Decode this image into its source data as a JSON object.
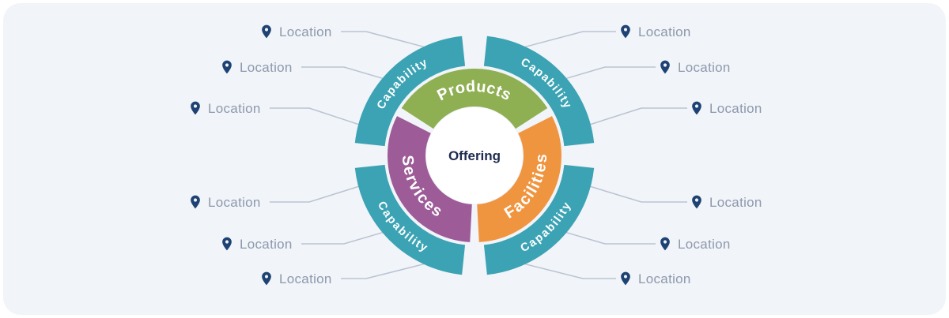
{
  "diagram": {
    "center": {
      "label": "Offering"
    },
    "capabilities": [
      "Capability",
      "Capability",
      "Capability",
      "Capability"
    ],
    "segments": [
      {
        "id": "products",
        "label": "Products",
        "color": "#8FAF53"
      },
      {
        "id": "facilities",
        "label": "Facilities",
        "color": "#F0953F"
      },
      {
        "id": "services",
        "label": "Services",
        "color": "#9D5B97"
      }
    ],
    "outer_ring_color": "#3BA3B4",
    "locations": [
      "Location",
      "Location",
      "Location",
      "Location",
      "Location",
      "Location",
      "Location",
      "Location",
      "Location",
      "Location",
      "Location",
      "Location"
    ],
    "colors": {
      "pin": "#1D4273",
      "location_text": "#8D99AD",
      "connector": "#B9C3D2",
      "center_text": "#1E2B4F",
      "panel_bg": "#F1F4F8",
      "ring_label_text": "#FFFFFF"
    }
  }
}
